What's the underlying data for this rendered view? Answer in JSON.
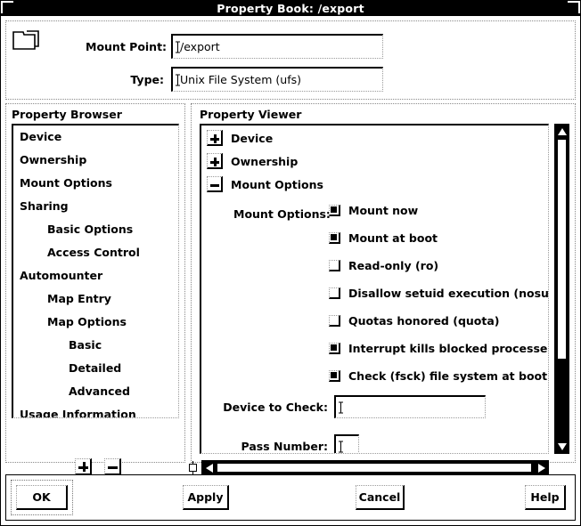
{
  "window": {
    "title": "Property Book: /export"
  },
  "header": {
    "icon": "folder-icon",
    "fields": [
      {
        "label": "Mount Point:",
        "value": "/export",
        "placeholder": ""
      },
      {
        "label": "Type:",
        "value": "Unix File System (ufs)",
        "placeholder": ""
      }
    ]
  },
  "browser": {
    "label": "Property Browser",
    "items": [
      {
        "label": "Device",
        "indent": 0
      },
      {
        "label": "Ownership",
        "indent": 0
      },
      {
        "label": "Mount Options",
        "indent": 0
      },
      {
        "label": "Sharing",
        "indent": 0
      },
      {
        "label": "Basic Options",
        "indent": 1
      },
      {
        "label": "Access Control",
        "indent": 1
      },
      {
        "label": "Automounter",
        "indent": 0
      },
      {
        "label": "Map Entry",
        "indent": 1
      },
      {
        "label": "Map Options",
        "indent": 1
      },
      {
        "label": "Basic",
        "indent": 2
      },
      {
        "label": "Detailed",
        "indent": 2
      },
      {
        "label": "Advanced",
        "indent": 2
      },
      {
        "label": "Usage Information",
        "indent": 0
      }
    ],
    "add_button": "+",
    "remove_button": "-"
  },
  "viewer": {
    "label": "Property Viewer",
    "sections": [
      {
        "label": "Device",
        "state": "collapsed",
        "toggle": "+"
      },
      {
        "label": "Ownership",
        "state": "collapsed",
        "toggle": "+"
      },
      {
        "label": "Mount Options",
        "state": "expanded",
        "toggle": "-"
      }
    ],
    "mount_options_label": "Mount Options:",
    "checkboxes": [
      {
        "label": "Mount now",
        "checked": true
      },
      {
        "label": "Mount at boot",
        "checked": true
      },
      {
        "label": "Read-only (ro)",
        "checked": false
      },
      {
        "label": "Disallow setuid execution (nosuid)",
        "checked": false
      },
      {
        "label": "Quotas honored (quota)",
        "checked": false
      },
      {
        "label": "Interrupt kills blocked processes (intr)",
        "checked": true
      },
      {
        "label": "Check (fsck) file system at boot",
        "checked": true
      }
    ],
    "fields": [
      {
        "label": "Device to Check:",
        "value": "",
        "placeholder": ""
      },
      {
        "label": "Pass Number:",
        "value": "",
        "placeholder": ""
      }
    ]
  },
  "actions": {
    "ok": "OK",
    "apply": "Apply",
    "cancel": "Cancel",
    "help": "Help"
  },
  "colors": {
    "background": "#ffffff",
    "foreground": "#000000",
    "titlebar_bg": "#000000",
    "titlebar_fg": "#ffffff"
  }
}
